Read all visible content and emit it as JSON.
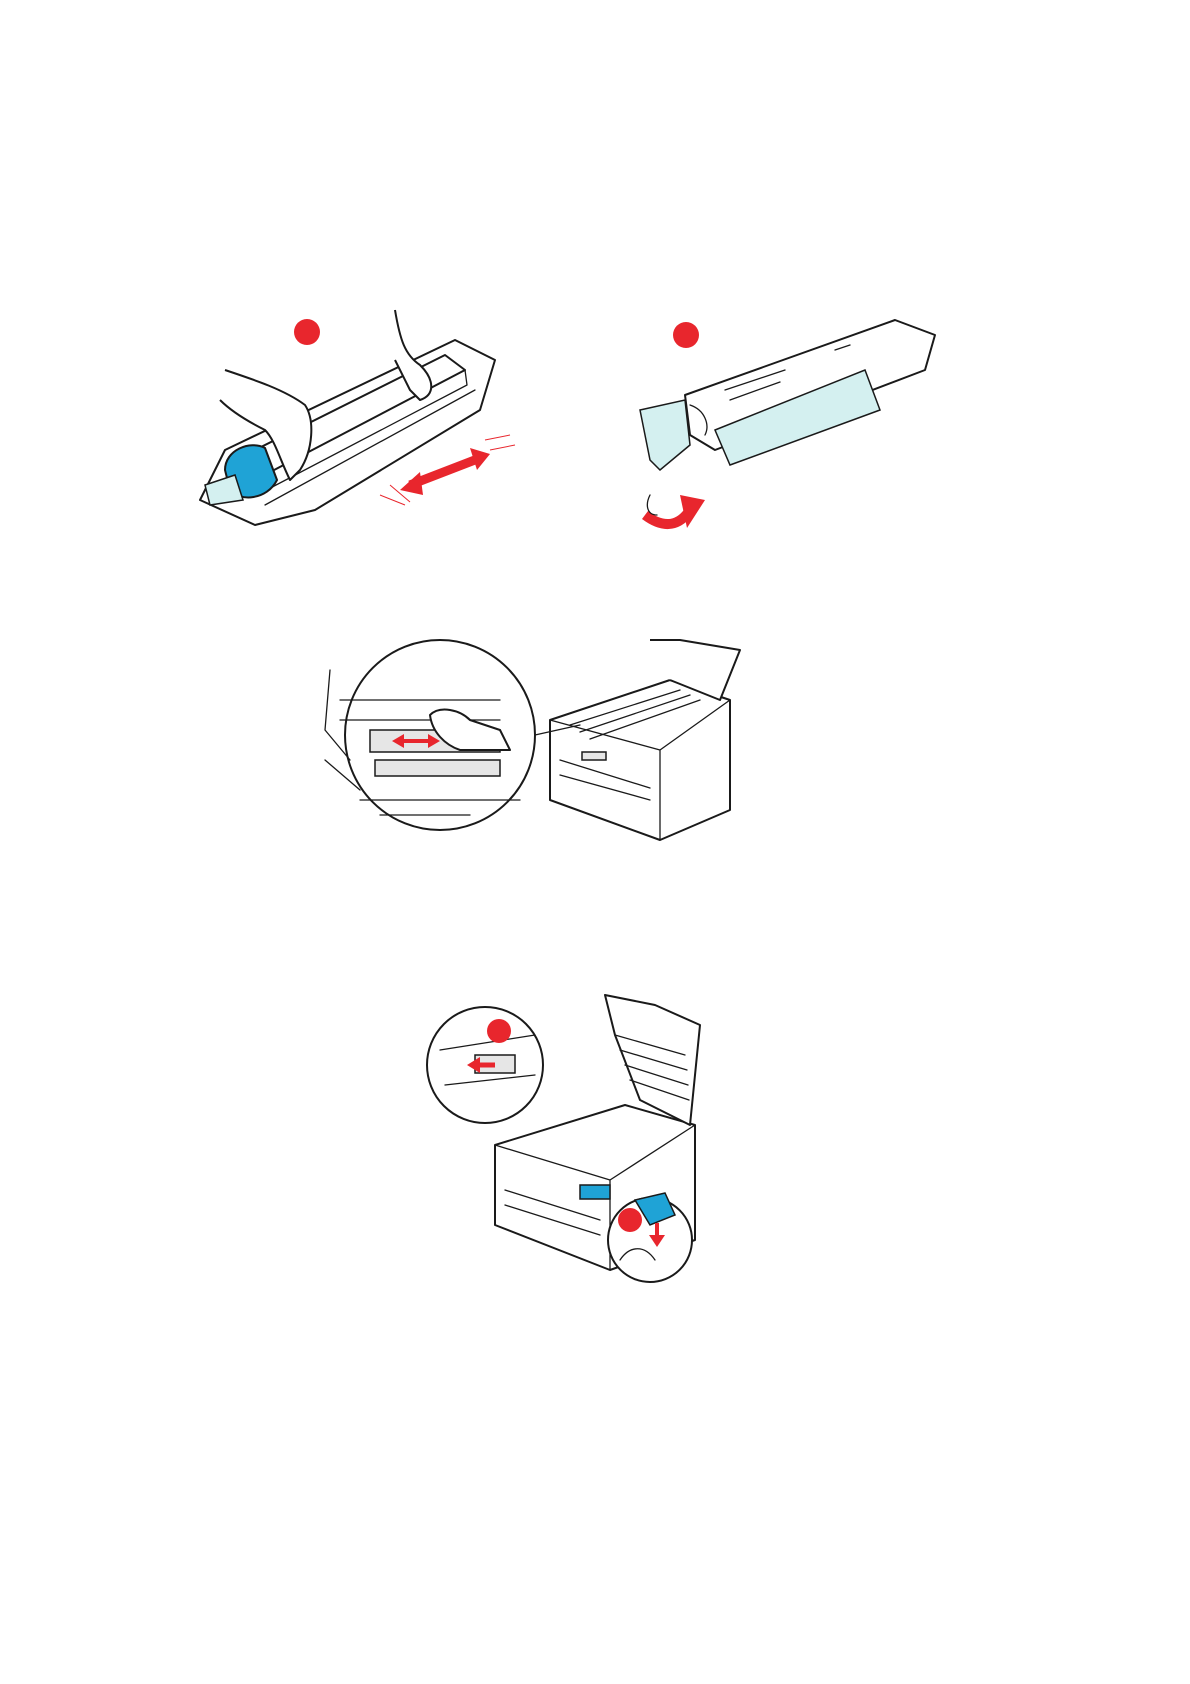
{
  "page": {
    "background": "#ffffff"
  },
  "colors": {
    "accent_red": "#e8262d",
    "toner_blue": "#1fa3d6",
    "toner_light": "#d4f0f0",
    "line": "#1a1a1a"
  },
  "figures": [
    {
      "id": "unwrap-and-shake",
      "icons": [
        "hands-icon",
        "toner-cartridge-icon",
        "shake-arrow-icon",
        "step-marker"
      ]
    },
    {
      "id": "remove-tape",
      "icons": [
        "toner-cartridge-icon",
        "peel-tape-icon",
        "rotate-arrow-icon",
        "step-marker"
      ]
    },
    {
      "id": "clean-led-head",
      "icons": [
        "magnifier-inset",
        "led-head-icon",
        "wipe-arrow-icon",
        "printer-icon"
      ]
    },
    {
      "id": "insert-toner",
      "icons": [
        "printer-icon",
        "magnifier-inset",
        "lock-lever-icon",
        "step-marker"
      ]
    }
  ]
}
